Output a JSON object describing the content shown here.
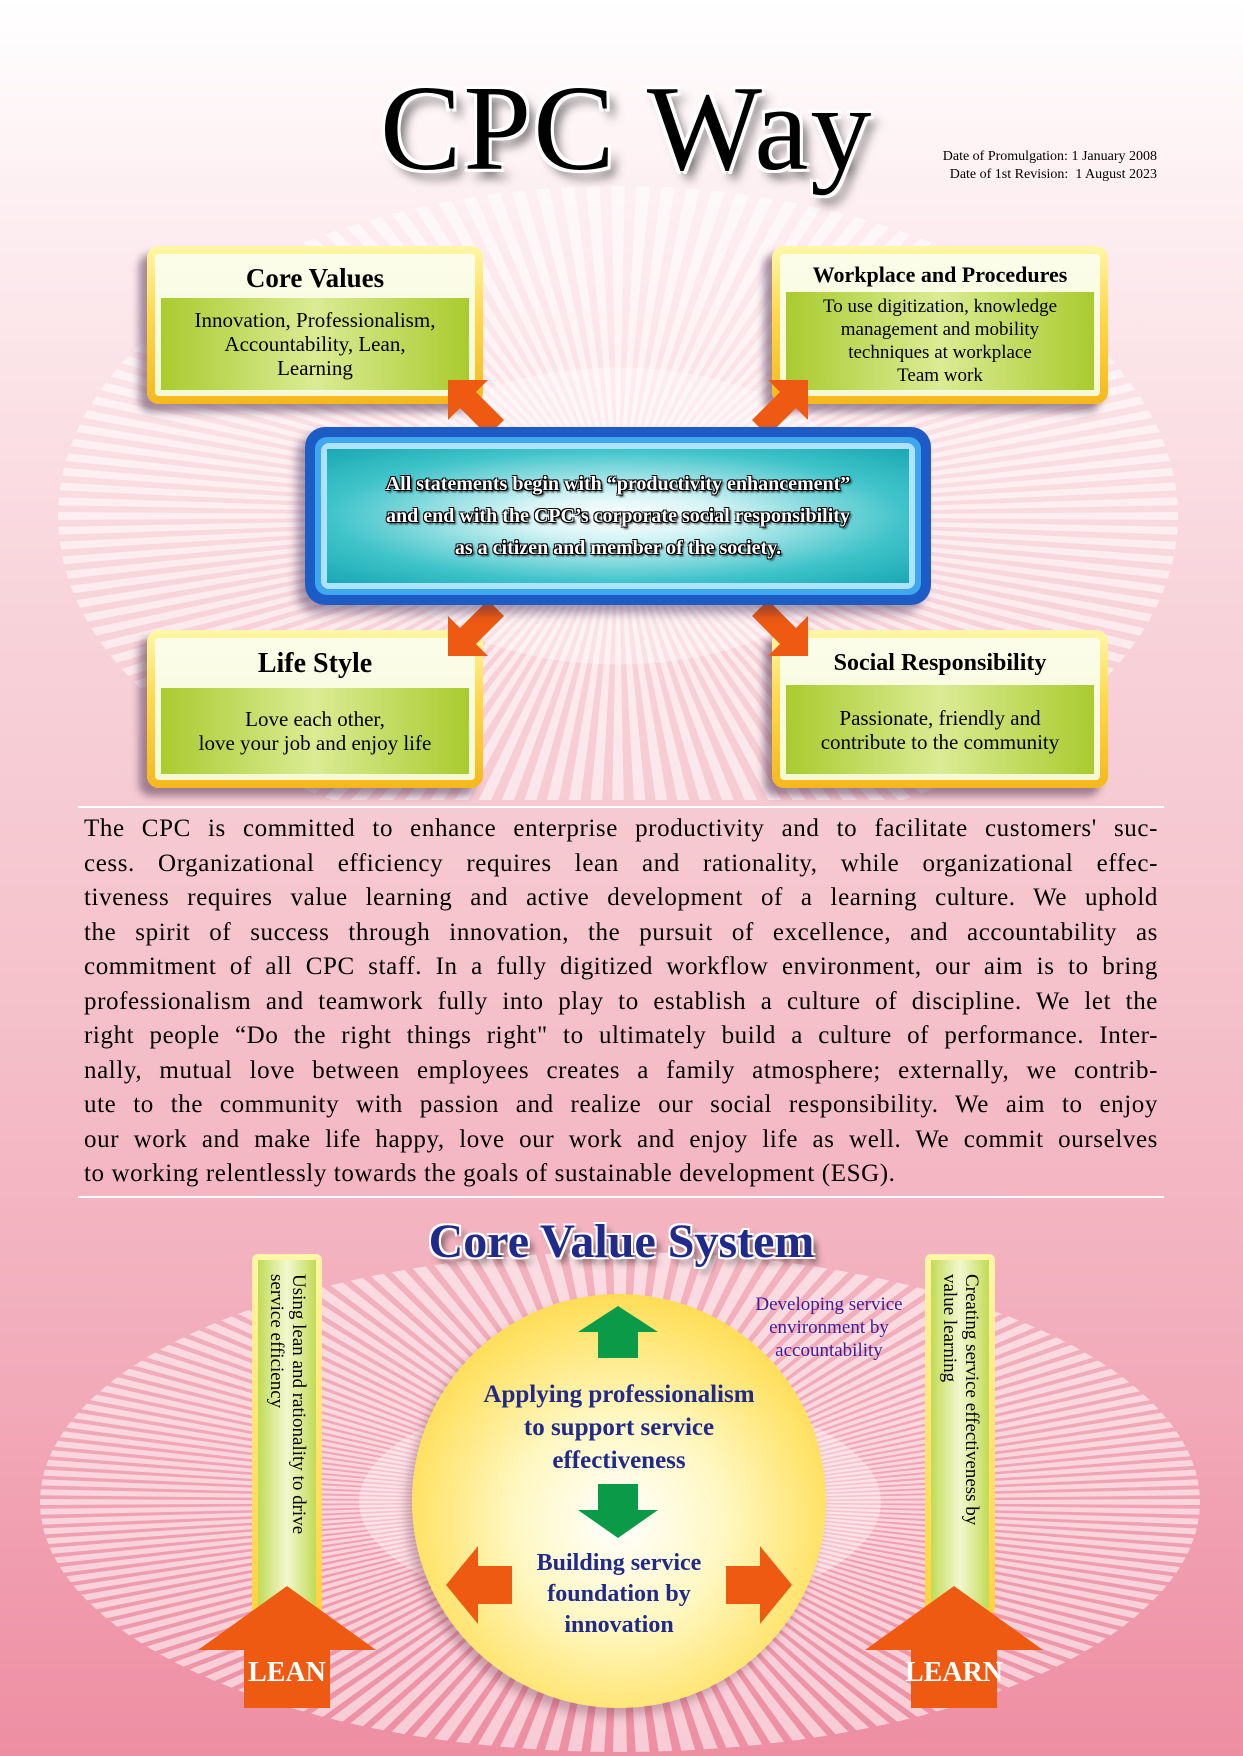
{
  "header": {
    "title": "CPC Way",
    "date_promulgation": "Date of Promulgation: 1 January 2008",
    "date_revision": "Date of 1st Revision:  1 August 2023"
  },
  "boxes": {
    "core_values": {
      "title": "Core Values",
      "lines": [
        "Innovation, Professionalism,",
        "Accountability, Lean,",
        "Learning"
      ]
    },
    "workplace": {
      "title": "Workplace and Procedures",
      "lines": [
        "To use digitization, knowledge",
        "management and mobility",
        "techniques at workplace",
        "Team work"
      ]
    },
    "life_style": {
      "title": "Life Style",
      "lines": [
        "Love each other,",
        "love your job and enjoy life"
      ]
    },
    "social": {
      "title": "Social Responsibility",
      "lines": [
        "Passionate, friendly and",
        "contribute to the community"
      ]
    },
    "center": {
      "lines": [
        "All statements begin with “productivity enhancement”",
        "and end with the CPC’s corporate social responsibility",
        "as a citizen and member of the society."
      ]
    }
  },
  "paragraph": {
    "lines": [
      "The CPC is committed to enhance enterprise productivity and to facilitate customers' suc-",
      "cess. Organizational efficiency requires lean and rationality, while organizational effec-",
      "tiveness requires value learning and active development of a learning culture. We uphold",
      "the spirit of success through innovation, the pursuit of excellence, and accountability as",
      "commitment of all CPC staff. In a fully digitized workflow environment, our aim is to bring",
      "professionalism and teamwork fully into play to establish a culture of discipline. We let the",
      "right people “Do the right things right\" to ultimately build a culture of performance. Inter-",
      "nally, mutual love between employees creates a family atmosphere; externally, we contrib-",
      "ute to the community with passion and realize our social responsibility. We aim to enjoy",
      "our work and make life happy, love our work and enjoy life as well. We commit ourselves",
      "to working relentlessly towards the goals of sustainable development (ESG)."
    ]
  },
  "cvs": {
    "title": "Core Value System",
    "left_pillar": [
      "Using lean and rationality to drive",
      "service efficiency"
    ],
    "right_pillar": [
      "Creating service effectiveness by",
      "value learning"
    ],
    "left_arrow_label": "LEAN",
    "right_arrow_label": "LEARN",
    "side_note": [
      "Developing service",
      "environment by",
      "accountability"
    ],
    "circle_top": [
      "Applying professionalism",
      "to support service",
      "effectiveness"
    ],
    "circle_bottom": [
      "Building service",
      "foundation by",
      "innovation"
    ]
  },
  "colors": {
    "arrow_orange": "#ee5a12",
    "arrow_green": "#0b9a47",
    "navy": "#1f2a8a"
  }
}
